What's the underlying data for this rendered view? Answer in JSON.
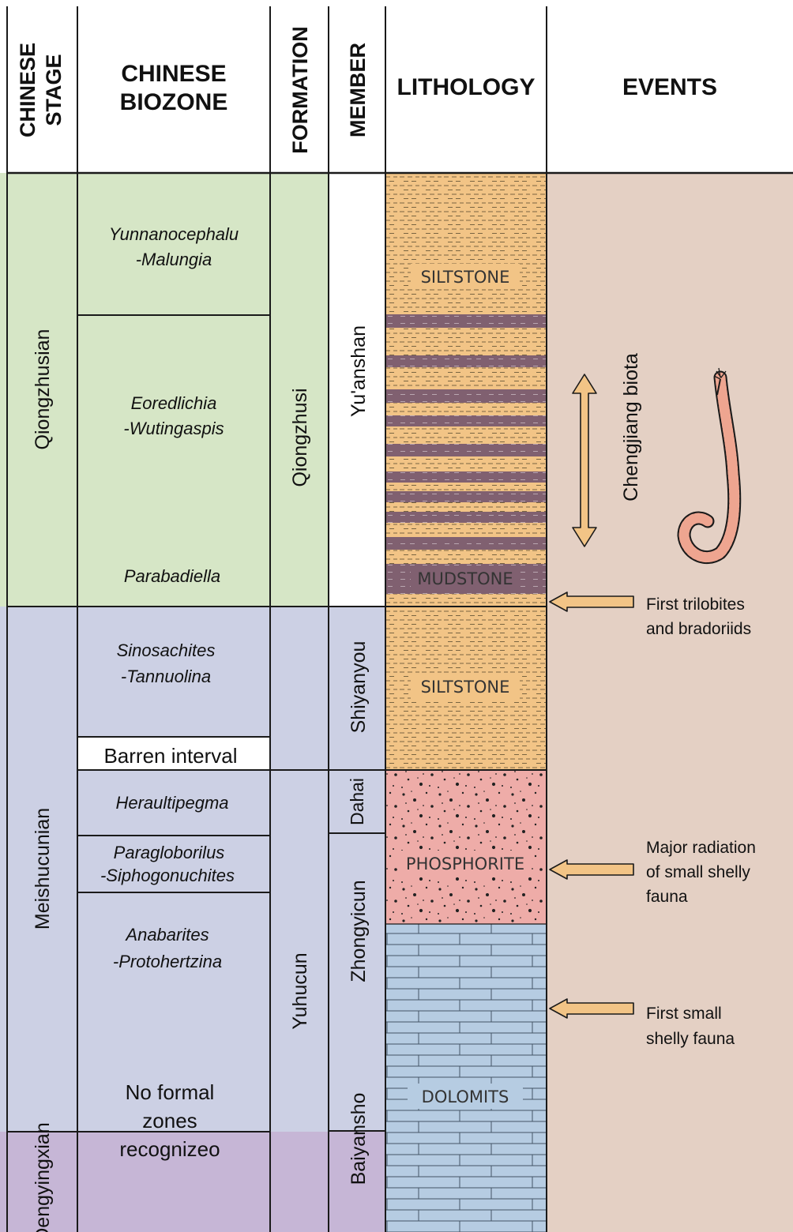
{
  "headers": {
    "stage_1": "CHINESE",
    "stage_2": "STAGE",
    "biozone_1": "CHINESE",
    "biozone_2": "BIOZONE",
    "formation": "FORMATION",
    "member": "MEMBER",
    "lithology": "LITHOLOGY",
    "events": "EVENTS"
  },
  "stages": [
    {
      "name": "Qiongzhusian",
      "color": "#d6e6c6"
    },
    {
      "name": "Meishucunian",
      "color": "#ccd0e4"
    },
    {
      "name": "Dengyingxian",
      "color": "#c6b6d6"
    }
  ],
  "biozones": {
    "yunnanocephalu": [
      "Yunnanocephalu",
      "-Malungia"
    ],
    "eoredlichia": [
      "Eoredlichia",
      "-Wutingaspis"
    ],
    "parabadiella": "Parabadiella",
    "sinosachites": [
      "Sinosachites",
      "-Tannuolina"
    ],
    "barren": "Barren interval",
    "heraultipegma": "Heraultipegma",
    "paragloborilus": [
      "Paragloborilus",
      "-Siphogonuchites"
    ],
    "anabarites": [
      "Anabarites",
      "-Protohertzina"
    ],
    "no_formal": [
      "No formal",
      "zones",
      "recognizeo"
    ]
  },
  "formations": [
    "Qiongzhusi",
    "Yuhucun"
  ],
  "members": [
    "Yu'anshan",
    "Shiyanyou",
    "Dahai",
    "Zhongyicun",
    "Baiyansho"
  ],
  "lithology": {
    "siltstone_upper": "SILTSTONE",
    "mudstone": "MUDSTONE",
    "siltstone_lower": "SILTSTONE",
    "phosphorite": "PHOSPHORITE",
    "dolomits": "DOLOMITS",
    "colors": {
      "siltstone": "#f2c486",
      "mudstone": "#806070",
      "phosphorite": "#eeaca8",
      "dolomite": "#b6cce2"
    }
  },
  "events": {
    "chengjiang": "Chengjiang biota",
    "trilobites": [
      "First trilobites",
      "and bradoriids"
    ],
    "radiation": [
      "Major radiation",
      "of small shelly",
      "fauna"
    ],
    "first_ssf": [
      "First small",
      "shelly fauna"
    ],
    "panel_color": "#e4d0c4",
    "arrow_color": "#f2c486",
    "fossil_color": "#eea590"
  }
}
